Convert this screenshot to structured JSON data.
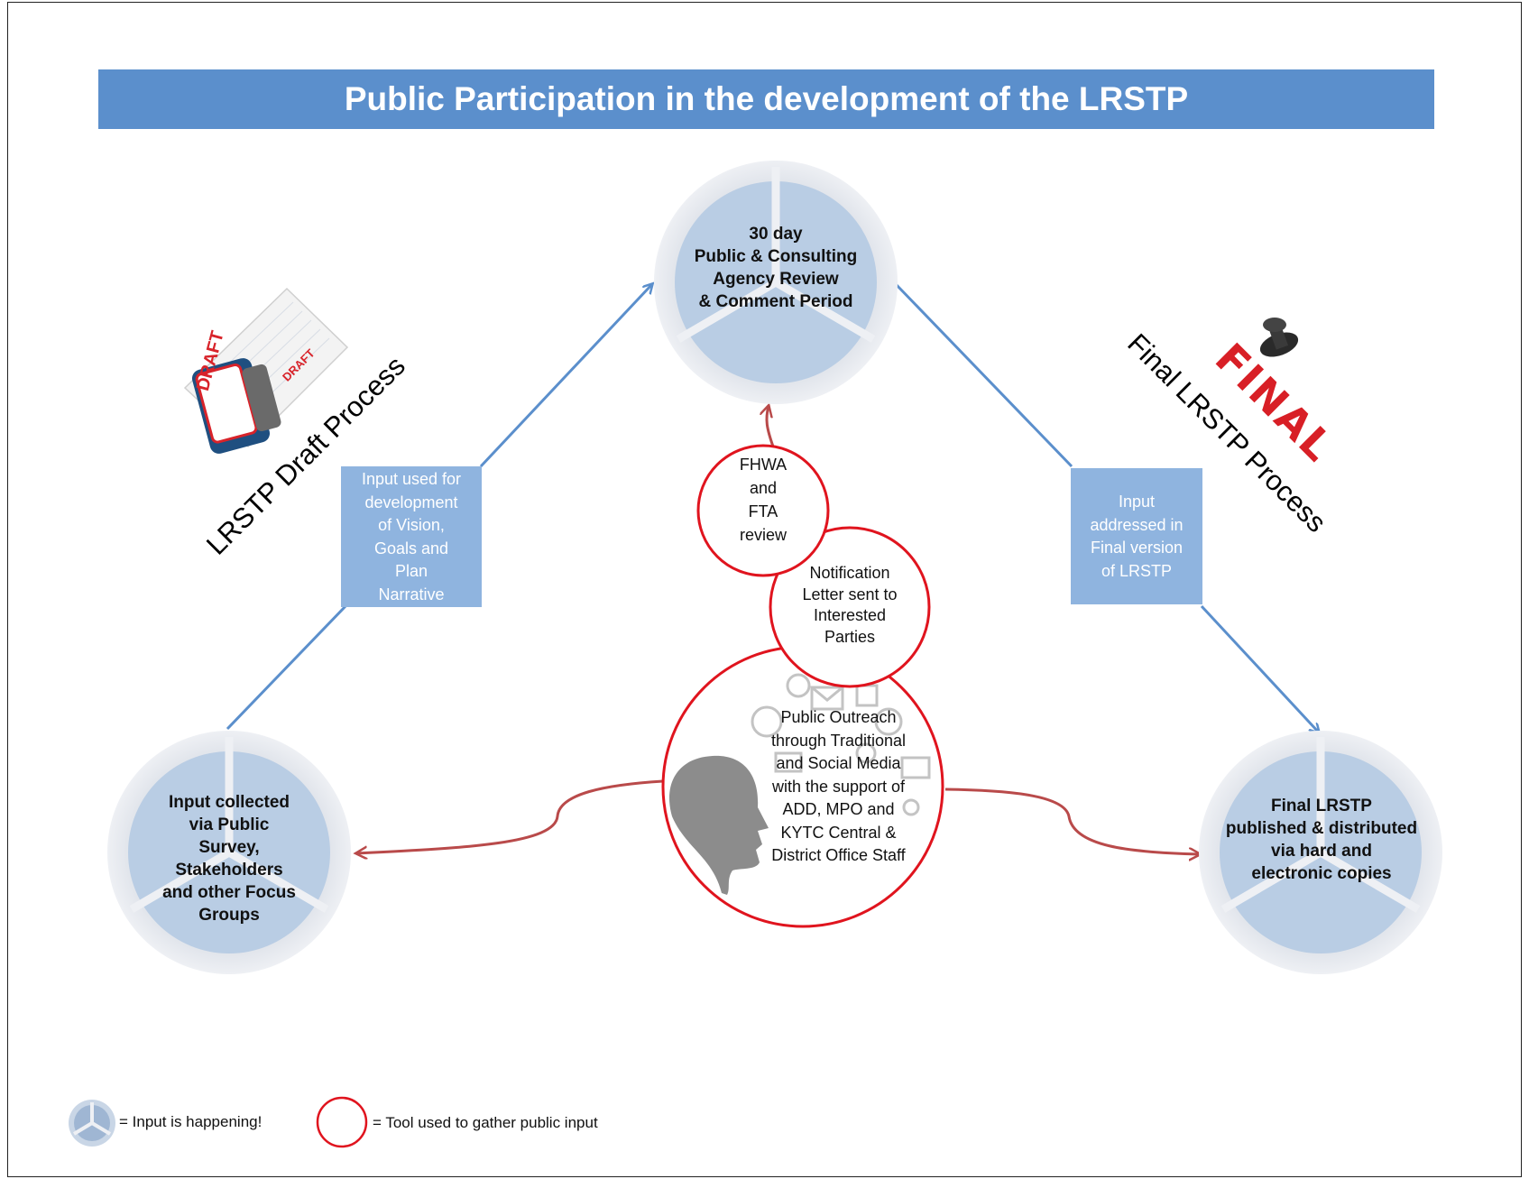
{
  "title": "Public Participation in the development of the LRSTP",
  "phase_labels": {
    "draft": "LRSTP Draft Process",
    "final": "Final LRSTP Process"
  },
  "stamps": {
    "draft_stamp_text": "DRAFT",
    "draft_pad_text": "DRAFT",
    "final_stamp_text": "FINAL"
  },
  "input_nodes": {
    "review": [
      "30 day",
      "Public & Consulting",
      "Agency Review",
      "& Comment Period"
    ],
    "collected": [
      "Input collected",
      "via Public",
      "Survey,",
      "Stakeholders",
      "and other Focus",
      "Groups"
    ],
    "published": [
      "Final LRSTP",
      "published & distributed",
      "via hard and",
      "electronic copies"
    ]
  },
  "flow_boxes": {
    "draft_box": [
      "Input used for",
      "development",
      "of Vision,",
      "Goals and",
      "Plan",
      "Narrative"
    ],
    "final_box": [
      "Input",
      "addressed in",
      "Final version",
      "of LRSTP"
    ]
  },
  "tools": {
    "fhwa": [
      "FHWA",
      "and",
      "FTA",
      "review"
    ],
    "notification": [
      "Notification",
      "Letter sent to",
      "Interested",
      "Parties"
    ],
    "outreach": [
      "Public Outreach",
      "through Traditional",
      "and Social Media",
      "with the support of",
      "ADD, MPO and",
      "KYTC Central &",
      "District Office Staff"
    ]
  },
  "legend": {
    "input_label": "= Input is happening!",
    "tool_label": "= Tool used to gather public input"
  },
  "colors": {
    "title_bar": "#5b8fcc",
    "blue_arrow": "#5b8fcc",
    "red_arrow": "#b94a4a",
    "tool_circle": "#e0141e",
    "wheel_inner": "#b9cde4",
    "wheel_outer": "#e4e7ec",
    "flow_box": "#8fb4df"
  },
  "icons": {
    "draft": "rubber-stamp-icon",
    "final": "stamp-icon",
    "outreach": "person-head-silhouette-icon",
    "media": "social-media-icons-cluster"
  }
}
